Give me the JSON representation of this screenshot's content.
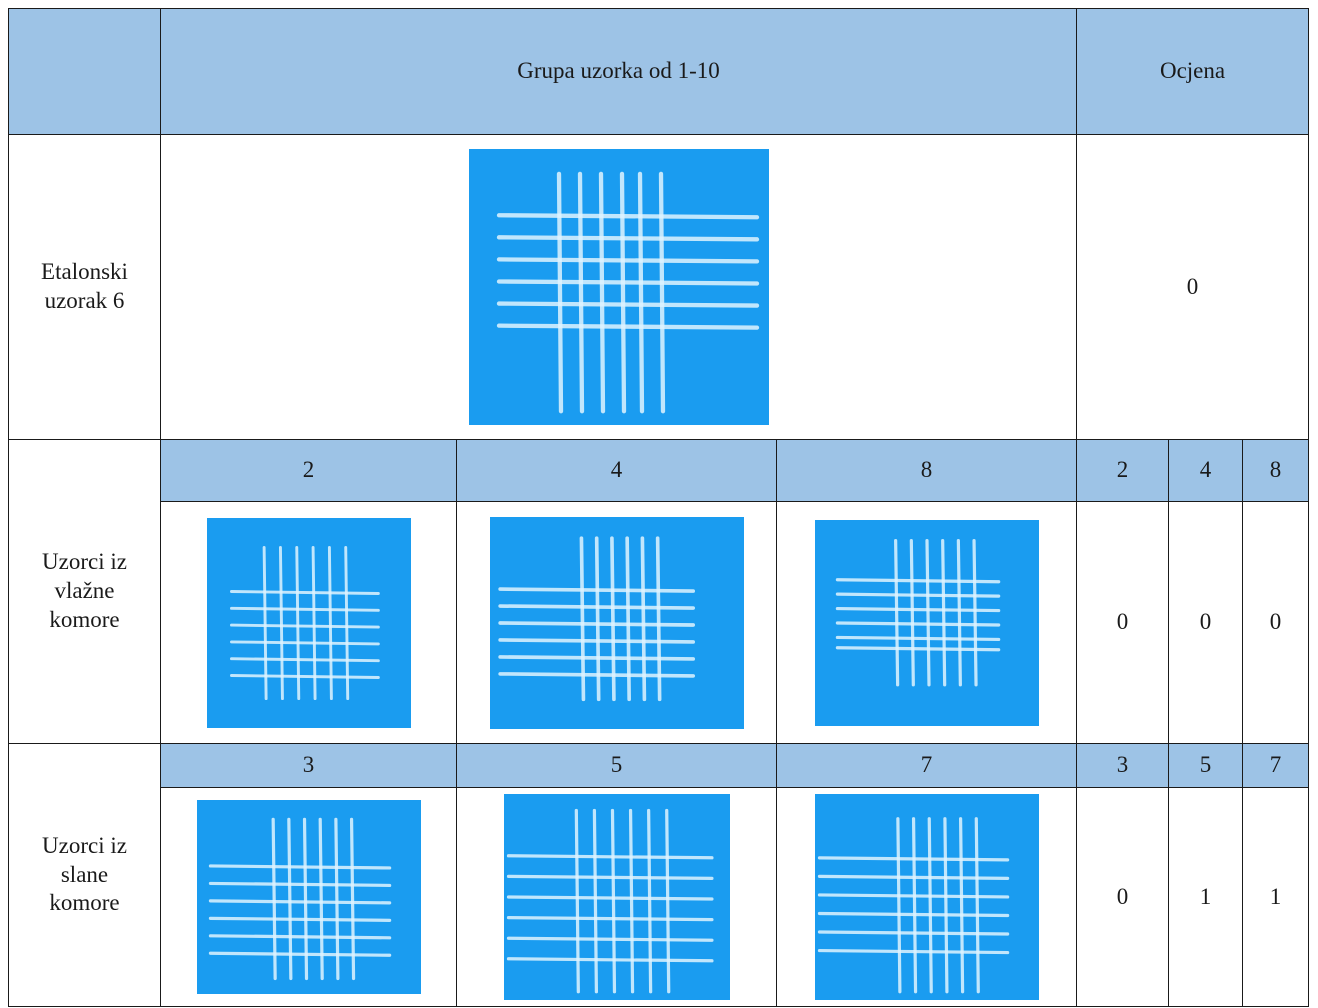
{
  "header": {
    "group_title": "Grupa uzorka od 1-10",
    "grade_title": "Ocjena"
  },
  "reference": {
    "label_line1": "Etalonski",
    "label_line2": "uzorak 6",
    "grade": "0"
  },
  "humid": {
    "label_line1": "Uzorci iz",
    "label_line2": "vlažne",
    "label_line3": "komore",
    "samples": [
      "2",
      "4",
      "8"
    ],
    "grades": [
      "0",
      "0",
      "0"
    ]
  },
  "salt": {
    "label_line1": "Uzorci iz",
    "label_line2": "slane",
    "label_line3": "komore",
    "samples": [
      "3",
      "5",
      "7"
    ],
    "grades": [
      "0",
      "1",
      "1"
    ]
  },
  "colors": {
    "header_bg": "#9dc3e6",
    "sample_blue": "#1a9cf0",
    "scratch": "#dff4ff"
  }
}
